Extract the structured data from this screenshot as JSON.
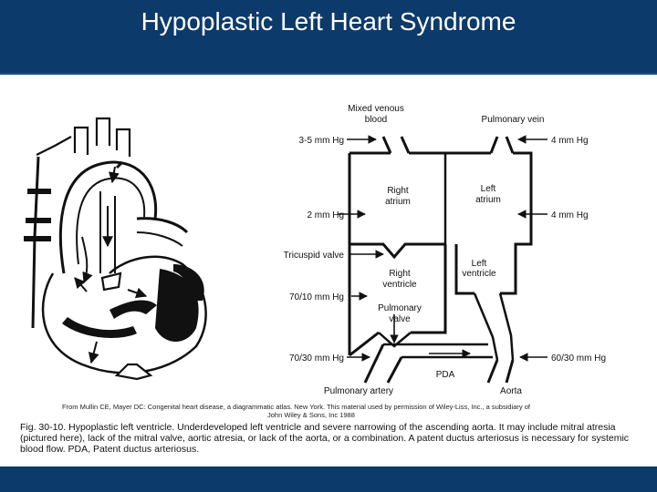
{
  "slide": {
    "title": "Hypoplastic Left Heart Syndrome",
    "colors": {
      "header": "#0c3a6b",
      "footer": "#0c3a6b",
      "background": "#ffffff"
    }
  },
  "diagram": {
    "top_labels": {
      "mixed_venous_line1": "Mixed venous",
      "mixed_venous_line2": "blood",
      "pulmonary_vein": "Pulmonary vein"
    },
    "chambers": {
      "right_atrium_line1": "Right",
      "right_atrium_line2": "atrium",
      "left_atrium_line1": "Left",
      "left_atrium_line2": "atrium",
      "right_ventricle_line1": "Right",
      "right_ventricle_line2": "ventricle",
      "left_ventricle_line1": "Left",
      "left_ventricle_line2": "ventricle",
      "pulmonary_valve_line1": "Pulmonary",
      "pulmonary_valve_line2": "valve"
    },
    "pressures": {
      "mixed_venous": "3-5 mm Hg",
      "right_atrium": "2 mm Hg",
      "tricuspid": "Tricuspid valve",
      "right_ventricle": "70/10 mm Hg",
      "pulmonary_artery": "70/30 mm Hg",
      "pulmonary_vein": "4 mm Hg",
      "left_atrium": "4 mm Hg",
      "aorta": "60/30 mm Hg"
    },
    "bottom_labels": {
      "pda": "PDA",
      "pulmonary_artery": "Pulmonary artery",
      "aorta": "Aorta"
    }
  },
  "credit": {
    "line1": "From Mullin CE, Mayer DC: Congenital heart disease, a diagrammatic atlas. New York. This material used by permission of Wiley-Liss, Inc., a subsidiary of",
    "line2": "John Wiley & Sons, Inc 1988"
  },
  "caption": "Fig. 30-10. Hypoplastic left ventricle. Underdeveloped left ventricle and severe narrowing of the ascending aorta. It may include mitral atresia (pictured here), lack of the mitral valve, aortic atresia, or lack of the aorta, or a combination. A patent ductus arteriosus is necessary for systemic blood flow. PDA, Patent ductus arteriosus."
}
